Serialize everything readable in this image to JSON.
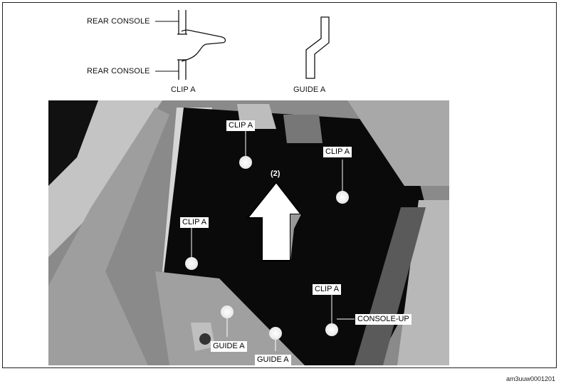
{
  "top_diagram": {
    "rear_console_upper": "REAR CONSOLE",
    "rear_console_lower": "REAR CONSOLE",
    "clip_a_caption": "CLIP A",
    "guide_a_caption": "GUIDE A"
  },
  "photo_labels": {
    "clip_a_top": "CLIP A",
    "clip_a_top_right": "CLIP A",
    "clip_a_left": "CLIP A",
    "clip_a_bottom_right": "CLIP A",
    "step_number": "(2)",
    "console_up": "CONSOLE-UP",
    "guide_a_left": "GUIDE A",
    "guide_a_right": "GUIDE A"
  },
  "figure_code": "am3uuw0001201"
}
